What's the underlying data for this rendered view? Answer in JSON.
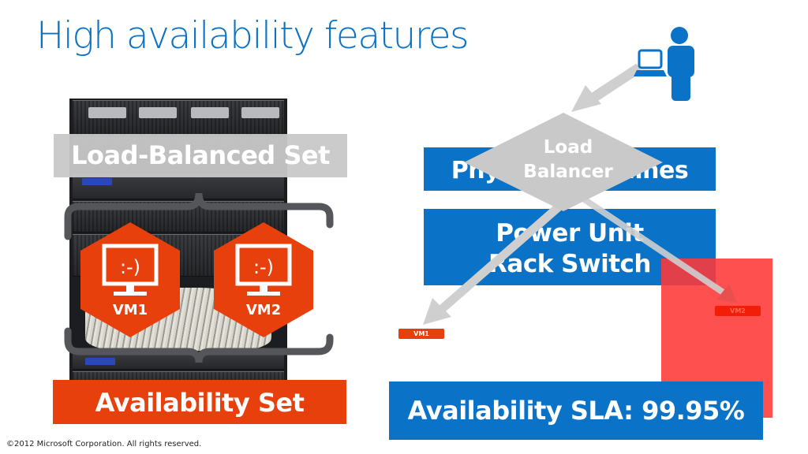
{
  "slide": {
    "title": "High availability features",
    "copyright": "©2012 Microsoft Corporation. All rights reserved.",
    "colors": {
      "title_blue": "#0a72c7",
      "box_blue": "#0a72c7",
      "orange": "#e8400c",
      "gray_label": "#c8c8c8",
      "arrow_gray": "#cfcfcf",
      "fault_red": "#ff3838",
      "bracket_gray": "#545659"
    }
  },
  "left_panel": {
    "load_balanced_set_label": "Load-Balanced Set",
    "availability_set_label": "Availability Set",
    "vms": [
      {
        "name": "VM1",
        "screen_glyph": ":-)",
        "icon": "monitor-smiley-icon"
      },
      {
        "name": "VM2",
        "screen_glyph": ":-)",
        "icon": "monitor-smiley-icon"
      }
    ],
    "background_image": "server-rack-photo"
  },
  "right_panel": {
    "user_icon": "user-with-laptop-icon",
    "load_balancer_label_line1": "Load",
    "load_balancer_label_line2": "Balancer",
    "physical_machines_label": "Physical Machines",
    "power_unit_label": "Power Unit",
    "rack_switch_label": "Rack Switch",
    "vm1_tag": "VM1",
    "vm2_tag": "VM2",
    "sla_label": "Availability SLA: 99.95%"
  }
}
